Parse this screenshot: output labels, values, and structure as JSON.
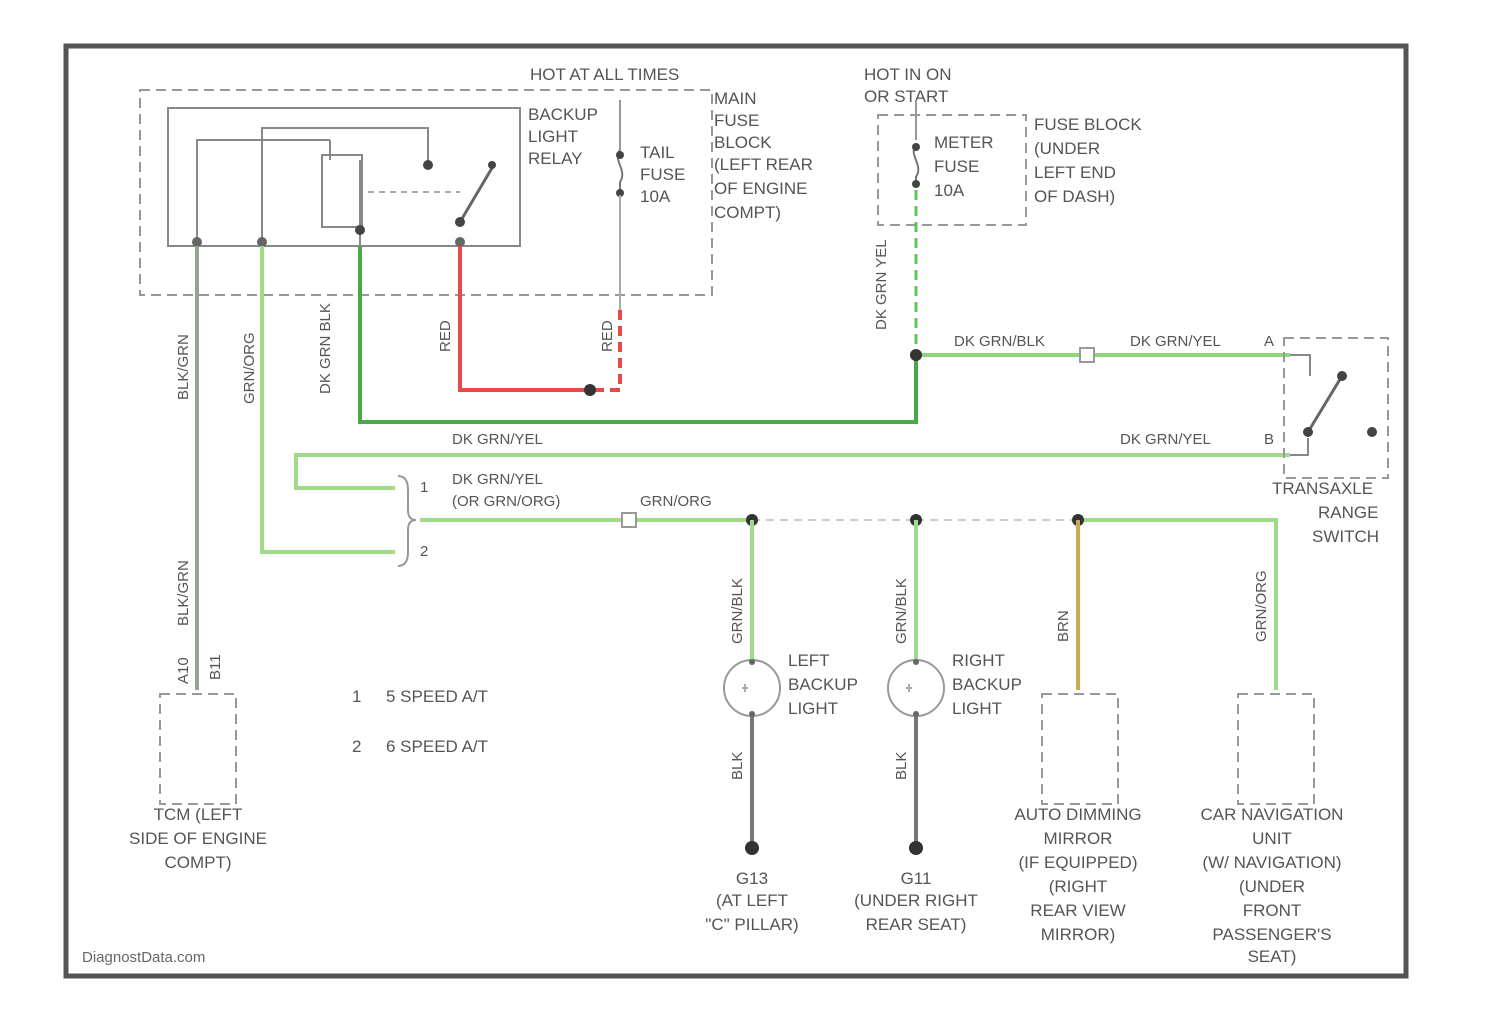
{
  "colors": {
    "frame": "#555555",
    "line": "#777777",
    "wire_green": "#8ed67a",
    "wire_dkgreen": "#4aa84a",
    "wire_red": "#e84a4a",
    "wire_brown": "#c9a85a",
    "wire_gray": "#888888"
  },
  "top_labels": {
    "hot_at_all_times": "HOT AT ALL TIMES",
    "hot_in_on_1": "HOT IN ON",
    "hot_in_on_2": "OR START"
  },
  "relay": {
    "name_1": "BACKUP",
    "name_2": "LIGHT",
    "name_3": "RELAY"
  },
  "tail_fuse": {
    "line1": "TAIL",
    "line2": "FUSE",
    "line3": "10A"
  },
  "main_fuse_block": {
    "line1": "MAIN",
    "line2": "FUSE",
    "line3": "BLOCK",
    "line4": "(LEFT REAR",
    "line5": "OF ENGINE",
    "line6": "COMPT)"
  },
  "meter_fuse": {
    "line1": "METER",
    "line2": "FUSE",
    "line3": "10A"
  },
  "fuse_block_dash": {
    "line1": "FUSE BLOCK",
    "line2": "(UNDER",
    "line3": "LEFT END",
    "line4": "OF DASH)"
  },
  "wire_labels": {
    "blk_grn": "BLK/GRN",
    "grn_org": "GRN/ORG",
    "dk_grn_blk": "DK GRN BLK",
    "red1": "RED",
    "red2": "RED",
    "dk_grn_yel_vert": "DK GRN YEL",
    "dk_grn_blk_h": "DK GRN/BLK",
    "dk_grn_yel_h1": "DK GRN/YEL",
    "dk_grn_yel_h2": "DK GRN/YEL",
    "dk_grn_yel_h3": "DK GRN/YEL",
    "dk_grn_yel_alt1": "DK GRN/YEL",
    "dk_grn_yel_alt2": "(OR GRN/ORG)",
    "grn_org_h": "GRN/ORG",
    "blk_grn_b": "BLK/GRN",
    "grn_blk_left": "GRN/BLK",
    "grn_blk_right": "GRN/BLK",
    "brn": "BRN",
    "grn_org_r": "GRN/ORG",
    "blk1": "BLK",
    "blk2": "BLK",
    "a10": "A10",
    "b11": "B11",
    "r_a": "A",
    "r_b": "B"
  },
  "legend": {
    "n1": "1",
    "t1": "5 SPEED A/T",
    "n2": "2",
    "t2": "6 SPEED A/T"
  },
  "splice_nums": {
    "one": "1",
    "two": "2"
  },
  "tcm": {
    "line1": "TCM (LEFT",
    "line2": "SIDE OF ENGINE",
    "line3": "COMPT)"
  },
  "left_backup": {
    "line1": "LEFT",
    "line2": "BACKUP",
    "line3": "LIGHT"
  },
  "right_backup": {
    "line1": "RIGHT",
    "line2": "BACKUP",
    "line3": "LIGHT"
  },
  "g13": {
    "line1": "G13",
    "line2": "(AT LEFT",
    "line3": "\"C\" PILLAR)"
  },
  "g11": {
    "line1": "G11",
    "line2": "(UNDER RIGHT",
    "line3": "REAR SEAT)"
  },
  "mirror": {
    "line1": "AUTO DIMMING",
    "line2": "MIRROR",
    "line3": "(IF EQUIPPED)",
    "line4": "(RIGHT",
    "line5": "REAR VIEW",
    "line6": "MIRROR)"
  },
  "nav": {
    "line1": "CAR NAVIGATION",
    "line2": "UNIT",
    "line3": "(W/ NAVIGATION)",
    "line4": "(UNDER",
    "line5": "FRONT",
    "line6": "PASSENGER'S",
    "line7": "SEAT)"
  },
  "transaxle": {
    "line1": "TRANSAXLE",
    "line2": "RANGE",
    "line3": "SWITCH"
  },
  "watermark": "DiagnostData.com"
}
